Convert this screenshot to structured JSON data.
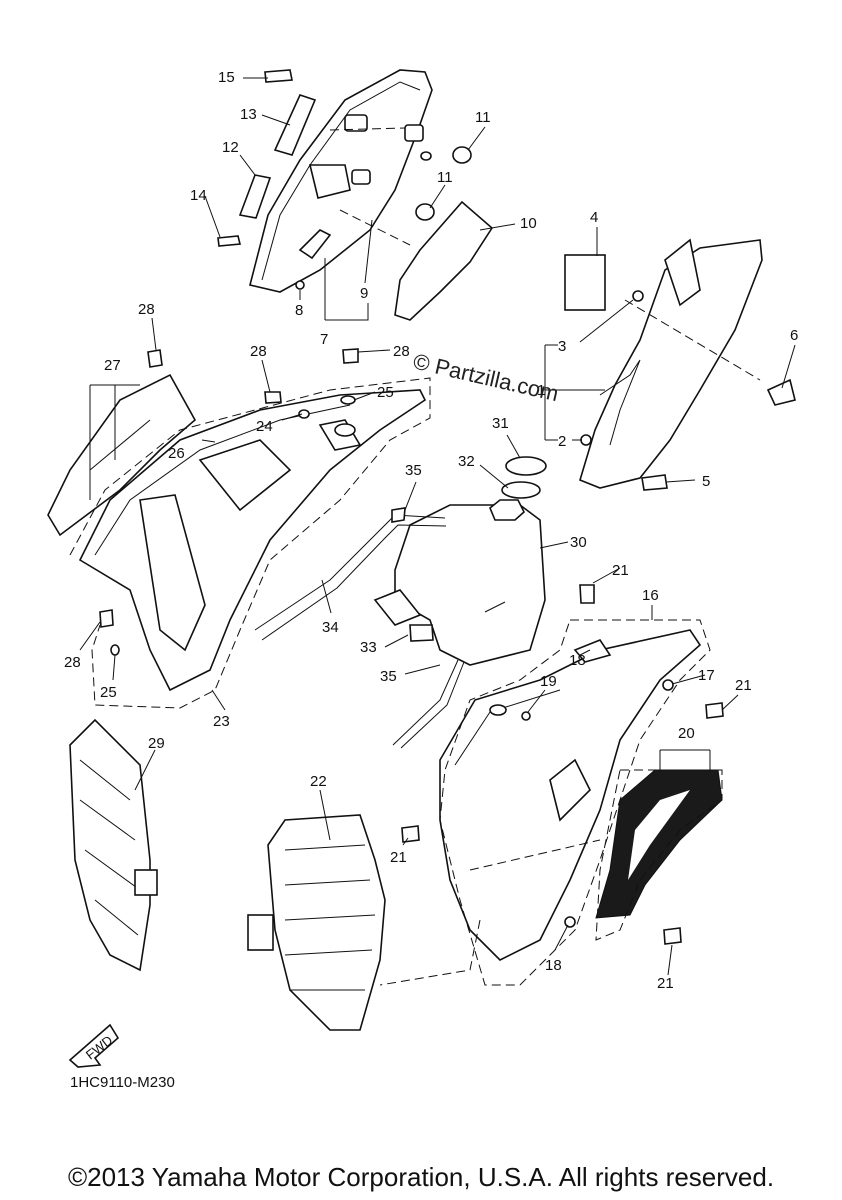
{
  "diagram": {
    "watermark": "© Partzilla.com",
    "figure_code": "1HC9110-M230",
    "fwd_label": "FWD",
    "copyright": "©2013 Yamaha Motor Corporation, U.S.A. All rights reserved.",
    "callouts": {
      "c15": "15",
      "c13": "13",
      "c12": "12",
      "c14": "14",
      "c11a": "11",
      "c11b": "11",
      "c10": "10",
      "c9": "9",
      "c8": "8",
      "c7": "7",
      "c4": "4",
      "c3": "3",
      "c1": "1",
      "c2": "2",
      "c6": "6",
      "c5": "5",
      "c28a": "28",
      "c28b": "28",
      "c28c": "28",
      "c28d": "28",
      "c27": "27",
      "c25a": "25",
      "c25b": "25",
      "c24": "24",
      "c26": "26",
      "c23": "23",
      "c31": "31",
      "c32": "32",
      "c35a": "35",
      "c35b": "35",
      "c30": "30",
      "c34": "34",
      "c33": "33",
      "c21a": "21",
      "c21b": "21",
      "c21c": "21",
      "c21d": "21",
      "c16": "16",
      "c18a": "18",
      "c18b": "18",
      "c19": "19",
      "c17": "17",
      "c20": "20",
      "c29": "29",
      "c22": "22"
    }
  }
}
